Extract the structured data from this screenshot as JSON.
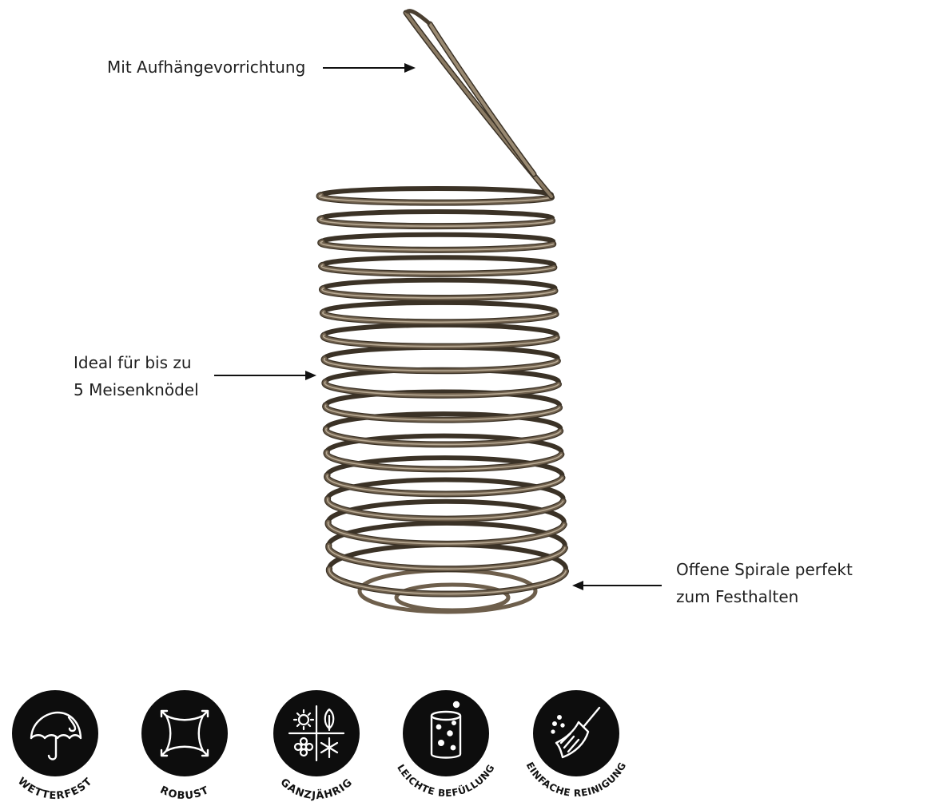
{
  "colors": {
    "wire": "#6e5f4c",
    "wire_highlight": "#b9ab95",
    "wire_shadow": "#3b3226",
    "badge_bg": "#0d0d0d",
    "badge_icon": "#ffffff",
    "text": "#1f1f1f",
    "arrow": "#111111"
  },
  "callouts": {
    "hanger": {
      "lines": [
        "Mit Aufhängevorrichtung"
      ]
    },
    "capacity": {
      "lines": [
        "Ideal für bis zu",
        "5 Meisenknödel"
      ]
    },
    "spiral": {
      "lines": [
        "Offene Spirale perfekt",
        "zum Festhalten"
      ]
    }
  },
  "badges": [
    {
      "label": "WETTERFEST",
      "icon": "umbrella-rain-icon"
    },
    {
      "label": "ROBUST",
      "icon": "expand-square-icon"
    },
    {
      "label": "GANZJÄHRIG",
      "icon": "four-seasons-icon"
    },
    {
      "label": "LEICHTE BEFÜLLUNG",
      "icon": "filled-glass-icon"
    },
    {
      "label": "EINFACHE REINIGUNG",
      "icon": "broom-icon"
    }
  ]
}
